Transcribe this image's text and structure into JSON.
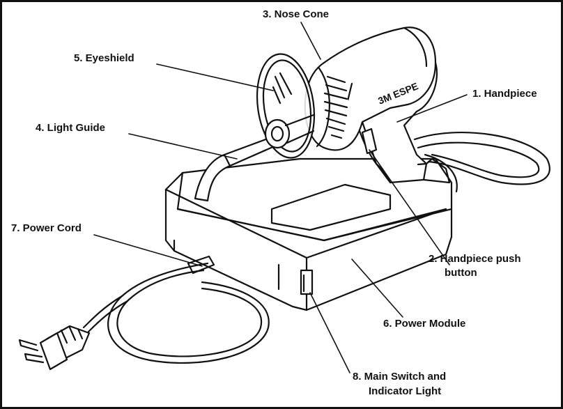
{
  "labels": {
    "nose_cone": "3. Nose Cone",
    "eyeshield": "5. Eyeshield",
    "handpiece": "1. Handpiece",
    "light_guide": "4. Light Guide",
    "power_cord": "7. Power Cord",
    "push_button_line1": "2. Handpiece push",
    "push_button_line2": "button",
    "power_module": "6. Power Module",
    "main_switch_line1": "8. Main Switch and",
    "main_switch_line2": "Indicator Light"
  },
  "brand_text": "3M ESPE",
  "colors": {
    "ink": "#111111",
    "paper": "#ffffff"
  }
}
